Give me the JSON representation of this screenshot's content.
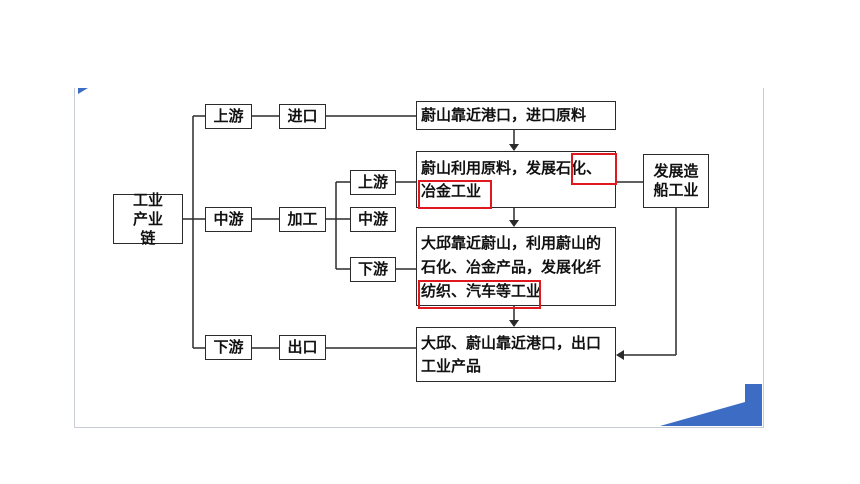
{
  "diagram": {
    "root": "工业产业链",
    "upstream": "上游",
    "midstream": "中游",
    "downstream": "下游",
    "import": "进口",
    "process": "加工",
    "export": "出口",
    "sub_up": "上游",
    "sub_mid": "中游",
    "sub_down": "下游",
    "box_import": "蔚山靠近港口，进口原料",
    "box_process": "蔚山利用原料，发展石化、冶金工业",
    "box_downstream": "大邱靠近蔚山，利用蔚山的石化、冶金产品，发展化纤纺织、汽车等工业",
    "box_export": "大邱、蔚山靠近港口，出口工业产品",
    "box_ship": "发展造船工业"
  },
  "colors": {
    "line": "#2b2b2b",
    "highlight": "#e0191e",
    "accent": "#3d6cc4"
  }
}
